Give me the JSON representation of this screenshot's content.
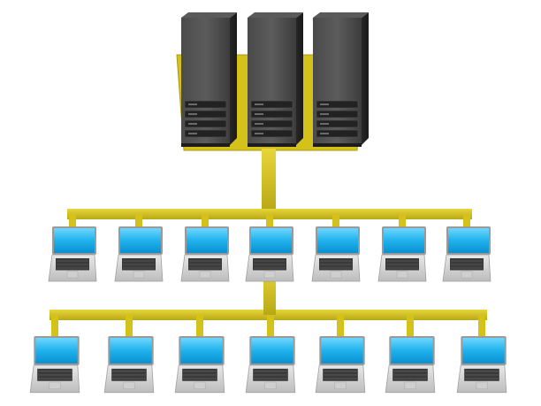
{
  "diagram": {
    "servers": [
      {
        "id": "server-1",
        "icon": "server-tower-icon"
      },
      {
        "id": "server-2",
        "icon": "server-tower-icon"
      },
      {
        "id": "server-3",
        "icon": "server-tower-icon"
      }
    ],
    "rows": [
      {
        "id": "row-1",
        "laptop_count": 7,
        "icon": "laptop-icon"
      },
      {
        "id": "row-2",
        "laptop_count": 7,
        "icon": "laptop-icon"
      }
    ],
    "connection": {
      "from": "servers",
      "to": [
        "row-1",
        "row-2"
      ],
      "style": "bus"
    },
    "colors": {
      "cable": "#d4c21a",
      "cable_dark": "#a89a12",
      "server_body": "#3a3a3a",
      "server_face": "#2a2a2a",
      "laptop_screen": "#22b8ee",
      "laptop_body": "#d9d9d9"
    }
  }
}
